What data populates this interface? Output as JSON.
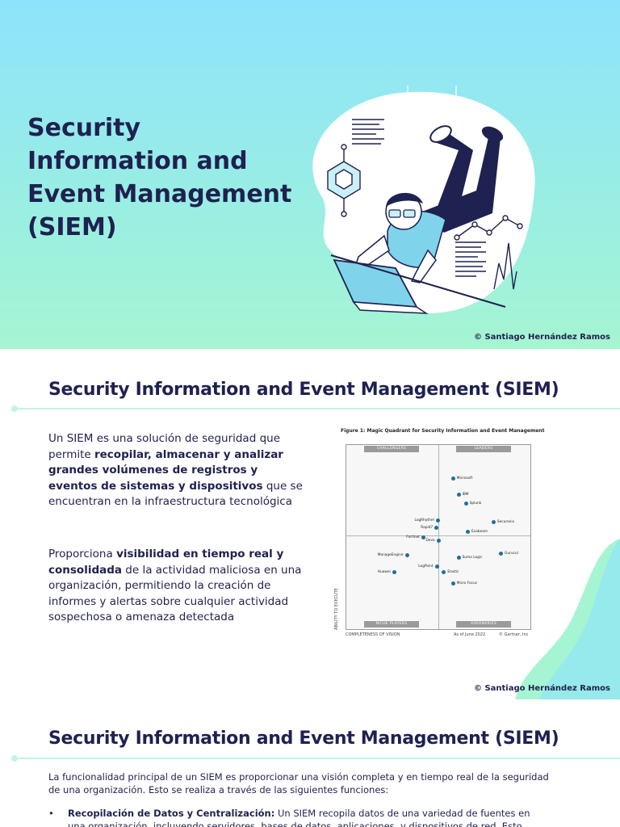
{
  "cover": {
    "title": "Security Information and Event Management (SIEM)",
    "credit": "© Santiago Hernández Ramos"
  },
  "slide2": {
    "heading": "Security Information and Event Management (SIEM)",
    "p1": {
      "a": "Un SIEM es una solución de seguridad que permite ",
      "b": "recopilar, almacenar y analizar grandes volúmenes de registros y eventos de sistemas y dispositivos",
      "c": " que se encuentran en la infraestructura tecnológica"
    },
    "p2": {
      "a": "Proporciona ",
      "b": "visibilidad en tiempo real y consolidada",
      "c": " de la actividad maliciosa en una organización, permitiendo la creación de informes y alertas sobre cualquier actividad sospechosa o amenaza detectada"
    },
    "credit": "© Santiago Hernández Ramos",
    "figure": {
      "caption": "Figure 1: Magic Quadrant for Security Information and Event Management",
      "quadrants": {
        "challengers": "CHALLENGERS",
        "leaders": "LEADERS",
        "niche": "NICHE PLAYERS",
        "visionaries": "VISIONARIES"
      },
      "y_axis": "ABILITY TO EXECUTE",
      "x_axis": "COMPLETENESS OF VISION",
      "asof": "As of June 2022",
      "copyright": "© Gartner, Inc",
      "accent": "#1f6f9b"
    }
  },
  "chart_data": {
    "type": "scatter",
    "title": "Figure 1: Magic Quadrant for Security Information and Event Management",
    "xlabel": "COMPLETENESS OF VISION",
    "ylabel": "ABILITY TO EXECUTE",
    "points": [
      {
        "name": "Microsoft",
        "x": 0.58,
        "y": 0.82,
        "side": "right"
      },
      {
        "name": "IBM",
        "x": 0.61,
        "y": 0.73,
        "side": "right"
      },
      {
        "name": "Splunk",
        "x": 0.65,
        "y": 0.68,
        "side": "right"
      },
      {
        "name": "Securonix",
        "x": 0.8,
        "y": 0.58,
        "side": "right"
      },
      {
        "name": "Exabeam",
        "x": 0.66,
        "y": 0.53,
        "side": "right"
      },
      {
        "name": "LogRhythm",
        "x": 0.5,
        "y": 0.59,
        "side": "left"
      },
      {
        "name": "Rapid7",
        "x": 0.49,
        "y": 0.55,
        "side": "left"
      },
      {
        "name": "Fortinet",
        "x": 0.42,
        "y": 0.5,
        "side": "left"
      },
      {
        "name": "Devo",
        "x": 0.5,
        "y": 0.48,
        "side": "left"
      },
      {
        "name": "Gurucul",
        "x": 0.84,
        "y": 0.41,
        "side": "right"
      },
      {
        "name": "Sumo Logic",
        "x": 0.61,
        "y": 0.39,
        "side": "right"
      },
      {
        "name": "ManageEngine",
        "x": 0.33,
        "y": 0.4,
        "side": "left"
      },
      {
        "name": "LogPoint",
        "x": 0.49,
        "y": 0.34,
        "side": "left"
      },
      {
        "name": "Elastic",
        "x": 0.53,
        "y": 0.31,
        "side": "right"
      },
      {
        "name": "Huawei",
        "x": 0.26,
        "y": 0.31,
        "side": "left"
      },
      {
        "name": "Micro Focus",
        "x": 0.58,
        "y": 0.25,
        "side": "right"
      }
    ]
  },
  "slide3": {
    "heading": "Security Information and Event Management (SIEM)",
    "intro": "La funcionalidad principal de un SIEM es proporcionar una visión completa y en tiempo real de la seguridad de una organización. Esto se realiza a través de las siguientes funciones:",
    "bullet": {
      "marker": "•",
      "label": "Recopilación de Datos y Centralización:",
      "text": " Un SIEM recopila datos de una variedad de fuentes en una organización, incluyendo servidores, bases de datos, aplicaciones, y dispositivos de red. Esto"
    }
  }
}
